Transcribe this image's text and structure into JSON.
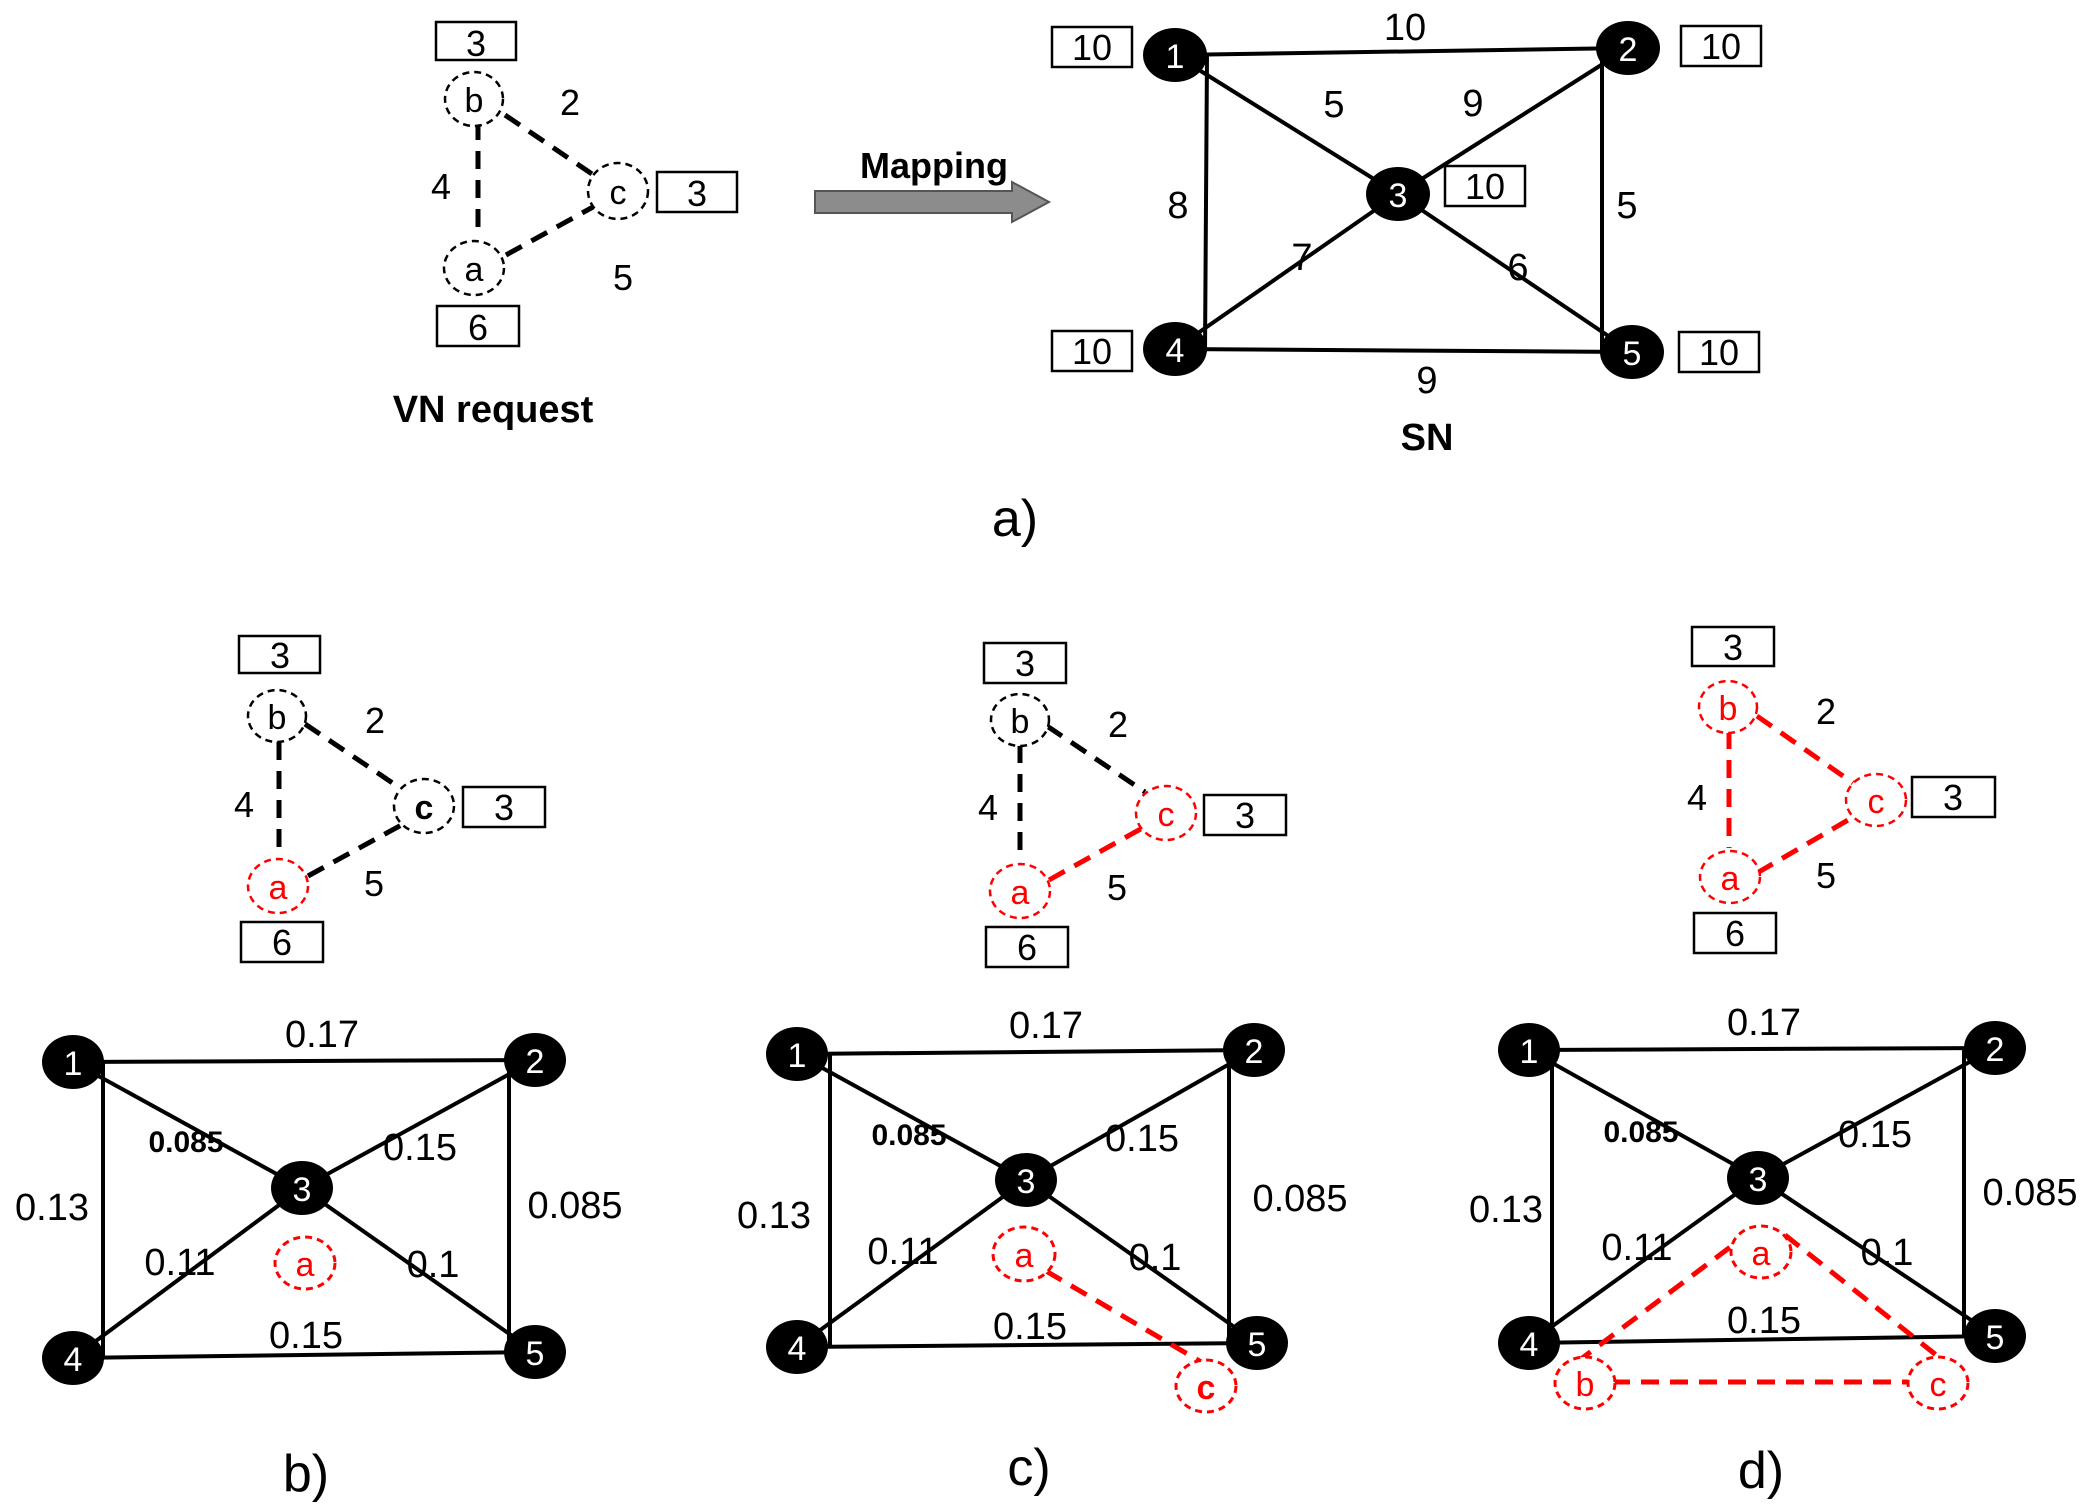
{
  "colors": {
    "black": "#000000",
    "red": "#ff0000",
    "arrow_fill": "#8c8c8c",
    "white": "#ffffff"
  },
  "panel_a": {
    "caption": "a)",
    "vn_caption": "VN request",
    "sn_caption": "SN",
    "arrow_label": "Mapping",
    "vn": {
      "nodes": [
        {
          "id": "b",
          "label": "b",
          "capacity": "3"
        },
        {
          "id": "c",
          "label": "c",
          "capacity": "3"
        },
        {
          "id": "a",
          "label": "a",
          "capacity": "6"
        }
      ],
      "links": [
        {
          "from": "b",
          "to": "c",
          "weight": "2"
        },
        {
          "from": "b",
          "to": "a",
          "weight": "4"
        },
        {
          "from": "a",
          "to": "c",
          "weight": "5"
        }
      ]
    },
    "sn": {
      "nodes": [
        {
          "id": "1",
          "label": "1",
          "capacity": "10"
        },
        {
          "id": "2",
          "label": "2",
          "capacity": "10"
        },
        {
          "id": "3",
          "label": "3",
          "capacity": "10"
        },
        {
          "id": "4",
          "label": "4",
          "capacity": "10"
        },
        {
          "id": "5",
          "label": "5",
          "capacity": "10"
        }
      ],
      "links": [
        {
          "from": "1",
          "to": "2",
          "weight": "10"
        },
        {
          "from": "1",
          "to": "4",
          "weight": "8"
        },
        {
          "from": "2",
          "to": "5",
          "weight": "5"
        },
        {
          "from": "4",
          "to": "5",
          "weight": "9"
        },
        {
          "from": "1",
          "to": "3",
          "weight": "5"
        },
        {
          "from": "2",
          "to": "3",
          "weight": "9"
        },
        {
          "from": "4",
          "to": "3",
          "weight": "7"
        },
        {
          "from": "5",
          "to": "3",
          "weight": "6"
        }
      ]
    }
  },
  "panels_bcd": [
    {
      "caption": "b)",
      "vn": {
        "b": "b",
        "c": "c",
        "a": "a",
        "cap_b": "3",
        "cap_c": "3",
        "cap_a": "6",
        "w_bc": "2",
        "w_ba": "4",
        "w_ac": "5"
      },
      "sn_weights": {
        "w12": "0.17",
        "w13": "0.085",
        "w23": "0.15",
        "w14": "0.13",
        "w25": "0.085",
        "w34": "0.11",
        "w35": "0.1",
        "w45": "0.15"
      },
      "sn_nodes": [
        "1",
        "2",
        "3",
        "4",
        "5"
      ],
      "mapped": {
        "a": "a"
      }
    },
    {
      "caption": "c)",
      "vn": {
        "b": "b",
        "c": "c",
        "a": "a",
        "cap_b": "3",
        "cap_c": "3",
        "cap_a": "6",
        "w_bc": "2",
        "w_ba": "4",
        "w_ac": "5"
      },
      "sn_weights": {
        "w12": "0.17",
        "w13": "0.085",
        "w23": "0.15",
        "w14": "0.13",
        "w25": "0.085",
        "w34": "0.11",
        "w35": "0.1",
        "w45": "0.15"
      },
      "sn_nodes": [
        "1",
        "2",
        "3",
        "4",
        "5"
      ],
      "mapped": {
        "a": "a",
        "c": "c"
      }
    },
    {
      "caption": "d)",
      "vn": {
        "b": "b",
        "c": "c",
        "a": "a",
        "cap_b": "3",
        "cap_c": "3",
        "cap_a": "6",
        "w_bc": "2",
        "w_ba": "4",
        "w_ac": "5"
      },
      "sn_weights": {
        "w12": "0.17",
        "w13": "0.085",
        "w23": "0.15",
        "w14": "0.13",
        "w25": "0.085",
        "w34": "0.11",
        "w35": "0.1",
        "w45": "0.15"
      },
      "sn_nodes": [
        "1",
        "2",
        "3",
        "4",
        "5"
      ],
      "mapped": {
        "a": "a",
        "b": "b",
        "c": "c"
      }
    }
  ]
}
